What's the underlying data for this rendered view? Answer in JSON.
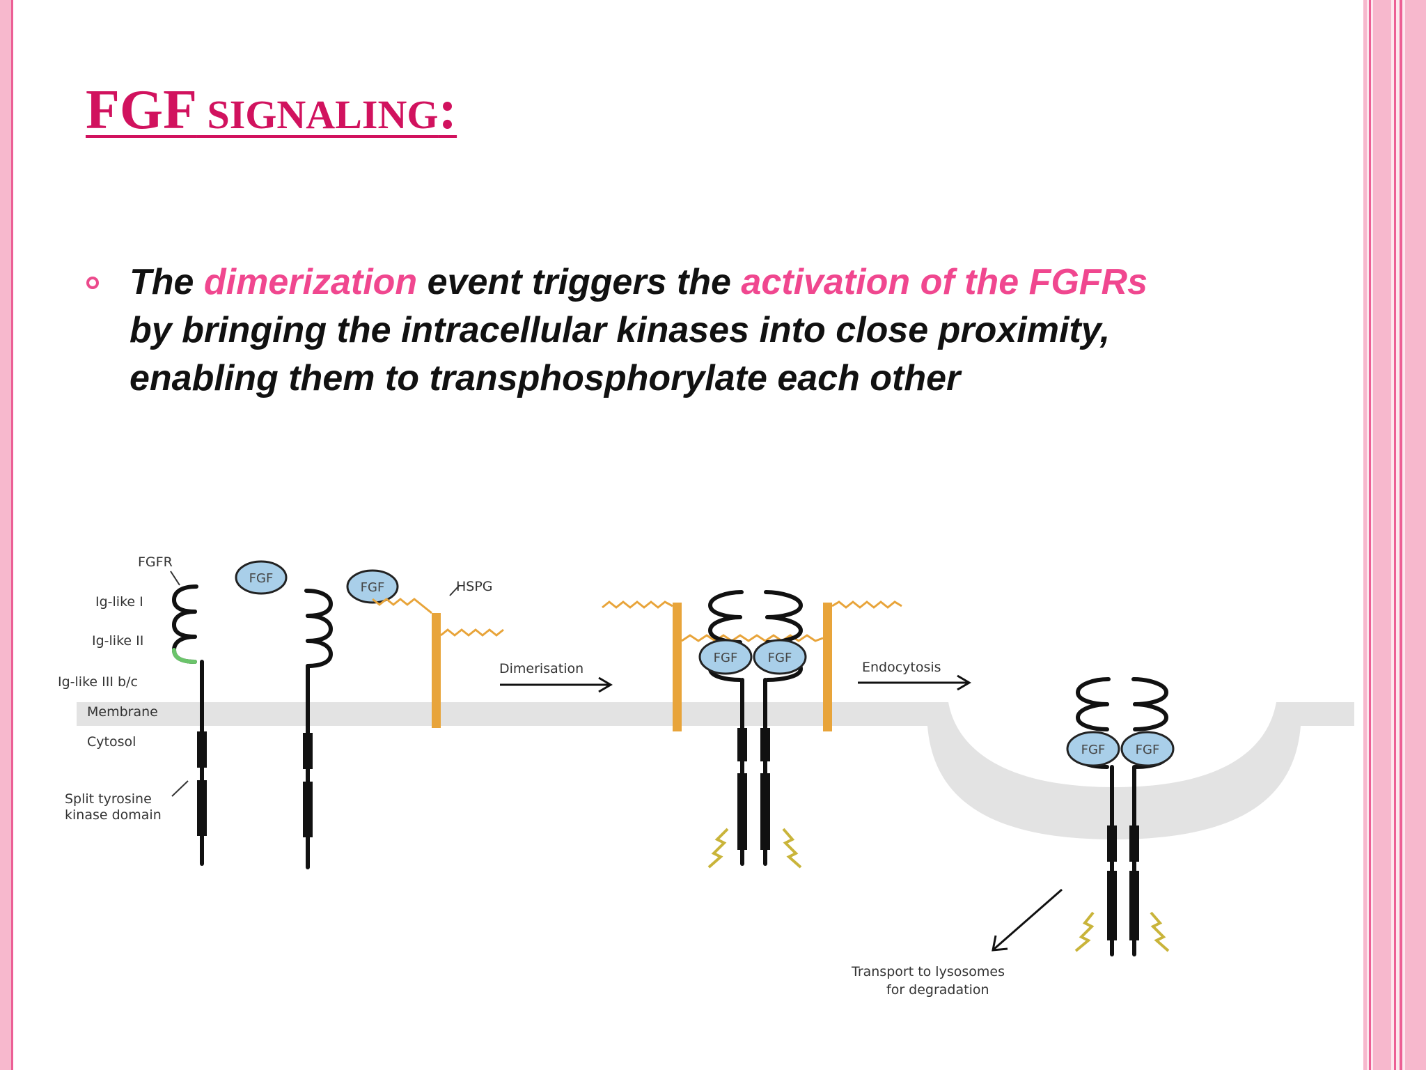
{
  "slide": {
    "title_main": "FGF",
    "title_rest": " SIGNALING",
    "title_colon": ":",
    "bullet": {
      "t1": "The ",
      "h1": "dimerization",
      "t2": " event triggers the ",
      "h2": "activation of the FGFRs",
      "t3": " by bringing the intracellular kinases into close proximity, enabling them to transphosphorylate each other"
    }
  },
  "colors": {
    "title": "#d1125e",
    "highlight": "#f0478f",
    "border_pink": "#f7b8cd",
    "fgf_fill": "#a9cfe9",
    "hspg": "#e8a43a",
    "membrane": "#e3e3e3"
  },
  "diagram": {
    "labels": {
      "fgfr": "FGFR",
      "ig1": "Ig-like I",
      "ig2": "Ig-like II",
      "ig3": "Ig-like III b/c",
      "membrane": "Membrane",
      "cytosol": "Cytosol",
      "split1": "Split tyrosine",
      "split2": "kinase domain",
      "hspg": "HSPG",
      "dimerisation": "Dimerisation",
      "endocytosis": "Endocytosis",
      "transport1": "Transport to lysosomes",
      "transport2": "for degradation",
      "fgf": "FGF"
    }
  }
}
